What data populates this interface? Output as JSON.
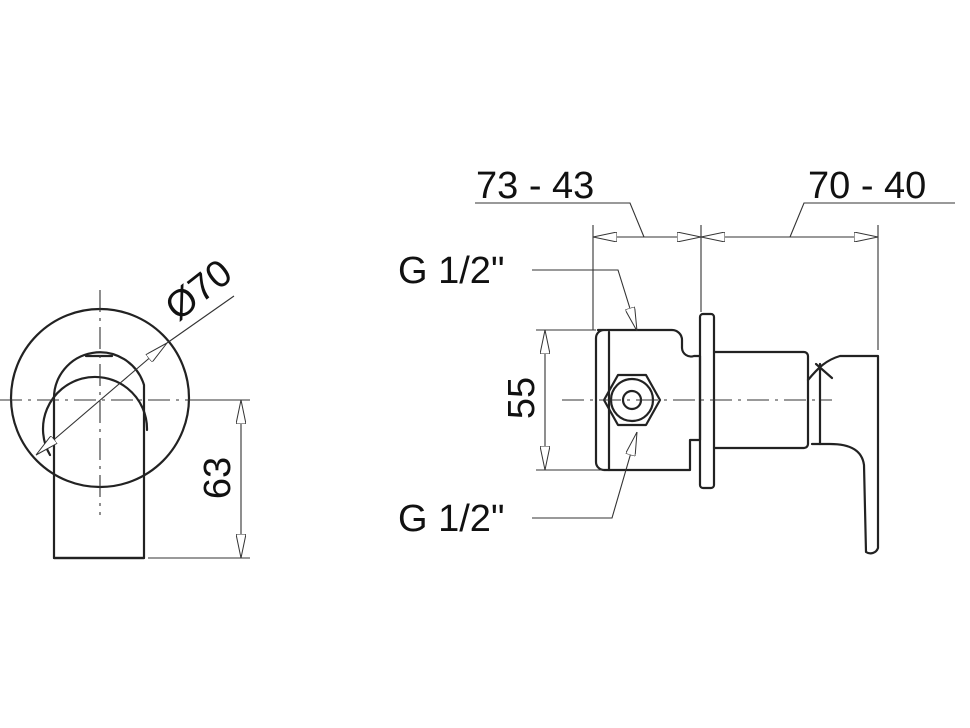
{
  "dimensions": {
    "overall_left": "73 - 43",
    "overall_right": "70 - 40",
    "diameter": "Ø70",
    "height_63": "63",
    "height_55": "55",
    "thread_top": "G 1/2\"",
    "thread_bottom": "G 1/2\""
  },
  "colors": {
    "line": "#222222",
    "background": "#ffffff"
  }
}
